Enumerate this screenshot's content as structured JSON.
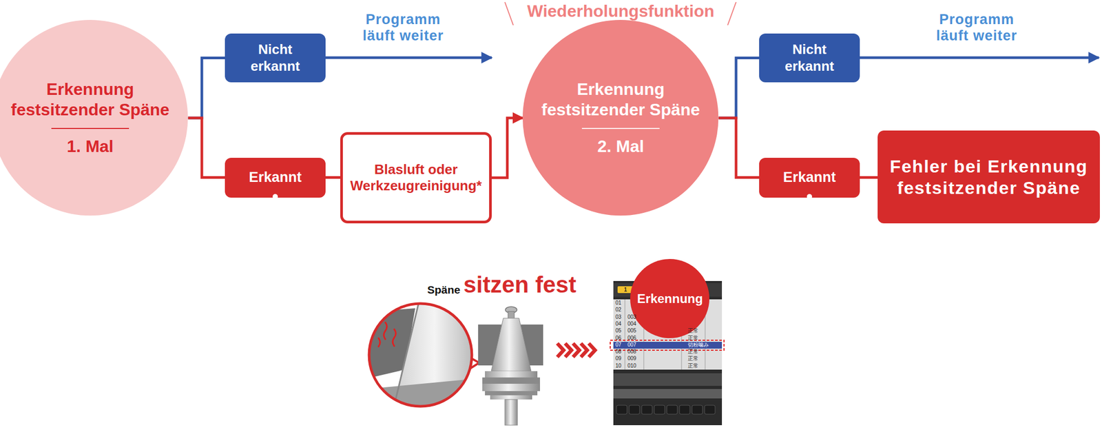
{
  "diagram": {
    "nodes": [
      {
        "text": [
          "Erkennung festsitzender Späne",
          "1. Mal"
        ]
      },
      {
        "text": [
          "Nicht erkannt"
        ]
      },
      {
        "text": [
          "Erkannt"
        ]
      },
      {
        "text": [
          "Blasluft oder Werkzeugreinigung*"
        ]
      },
      {
        "text": [
          "Erkennung festsitzender Späne",
          "2. Mal"
        ]
      },
      {
        "text": [
          "Nicht erkannt"
        ]
      },
      {
        "text": [
          "Erkannt"
        ]
      },
      {
        "text": [
          "Fehler bei Erkennung festsitzender Späne"
        ]
      },
      {
        "text": [
          "Erkennung"
        ]
      }
    ],
    "edges": [
      {
        "from": 0,
        "to": 1,
        "arrow": "none"
      },
      {
        "from": 0,
        "to": 2,
        "arrow": "none"
      },
      {
        "from": 2,
        "to": 3,
        "arrow": "none"
      },
      {
        "from": 3,
        "to": 4,
        "arrow": "to"
      },
      {
        "from": 4,
        "to": 5,
        "arrow": "none"
      },
      {
        "from": 4,
        "to": 6,
        "arrow": "none"
      },
      {
        "from": 6,
        "to": 7,
        "arrow": "none"
      }
    ],
    "labels": [
      "Wiederholungsfunktion",
      "Programm läuft weiter",
      "Programm läuft weiter",
      "Späne",
      "sitzen fest",
      "1",
      "01",
      "02",
      "03",
      "003",
      "04",
      "004",
      "05",
      "005",
      "正常",
      "06",
      "006",
      "正常",
      "07",
      "007",
      "切粉噛み",
      "08",
      "008",
      "正常",
      "09",
      "009",
      "正常",
      "10",
      "010",
      "正常"
    ]
  }
}
